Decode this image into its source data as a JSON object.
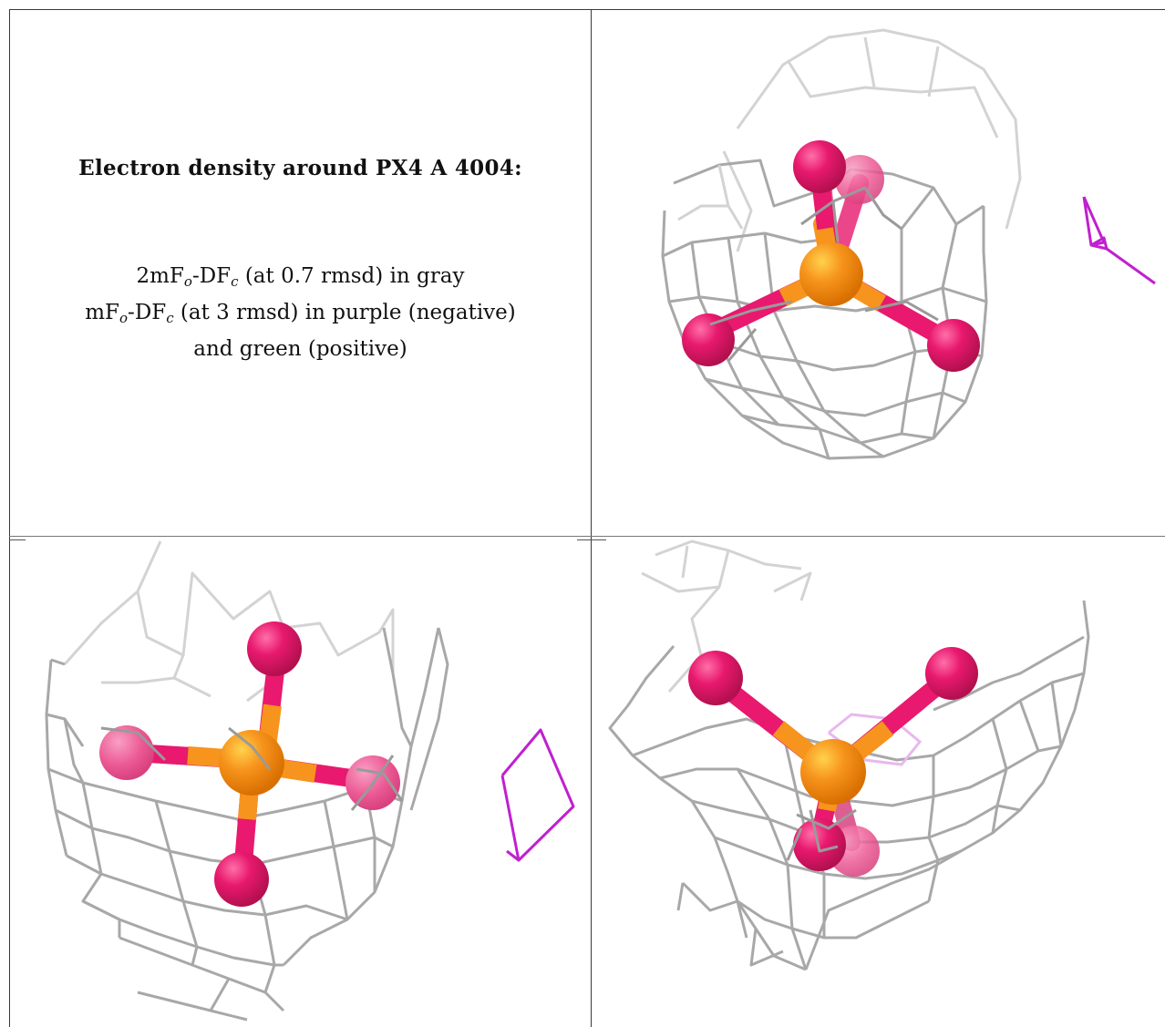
{
  "header": {
    "title": "Electron density around PX4 A 4004:"
  },
  "legend": {
    "line1_pre": "2mF",
    "line1_sub1": "o",
    "line1_mid": "-DF",
    "line1_sub2": "c",
    "line1_post": " (at 0.7 rmsd) in gray",
    "line2_pre": "mF",
    "line2_sub1": "o",
    "line2_mid": "-DF",
    "line2_sub2": "c",
    "line2_post": " (at 3 rmsd) in purple (negative)",
    "line3": "and green (positive)"
  },
  "colors": {
    "density_2fofc": "#a8a8a8",
    "density_negative": "#c020d0",
    "phosphorus": "#f7941d",
    "oxygen": "#e8196e",
    "grid_lines": "#3a3a3a"
  },
  "views": [
    {
      "name": "view-top-right",
      "molecule": "phosphate-tetrahedron"
    },
    {
      "name": "view-bottom-left",
      "molecule": "phosphate-tetrahedron"
    },
    {
      "name": "view-bottom-right",
      "molecule": "phosphate-tetrahedron"
    }
  ]
}
